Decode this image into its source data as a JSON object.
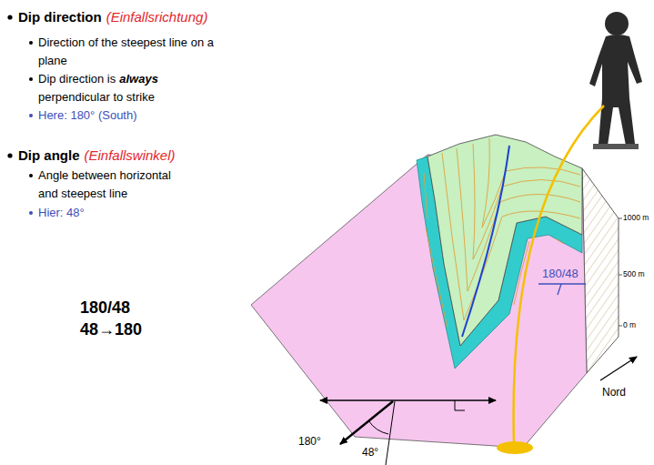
{
  "diagram": {
    "labels": [
      "Dip direction",
      "(Einfallsrichtung)",
      "Direction of the steepest line on a plane",
      "Dip direction is",
      "always",
      "perpendicular to strike",
      "Here: 180° (South)",
      "Dip angle",
      "(Einfallswinkel)",
      "Angle between horizontal and steepest line",
      "Hier: 48°",
      "180/48",
      "48→180",
      "1000 m",
      "500 m",
      "0 m",
      "180/48",
      "Nord",
      "180°",
      "48°"
    ]
  }
}
